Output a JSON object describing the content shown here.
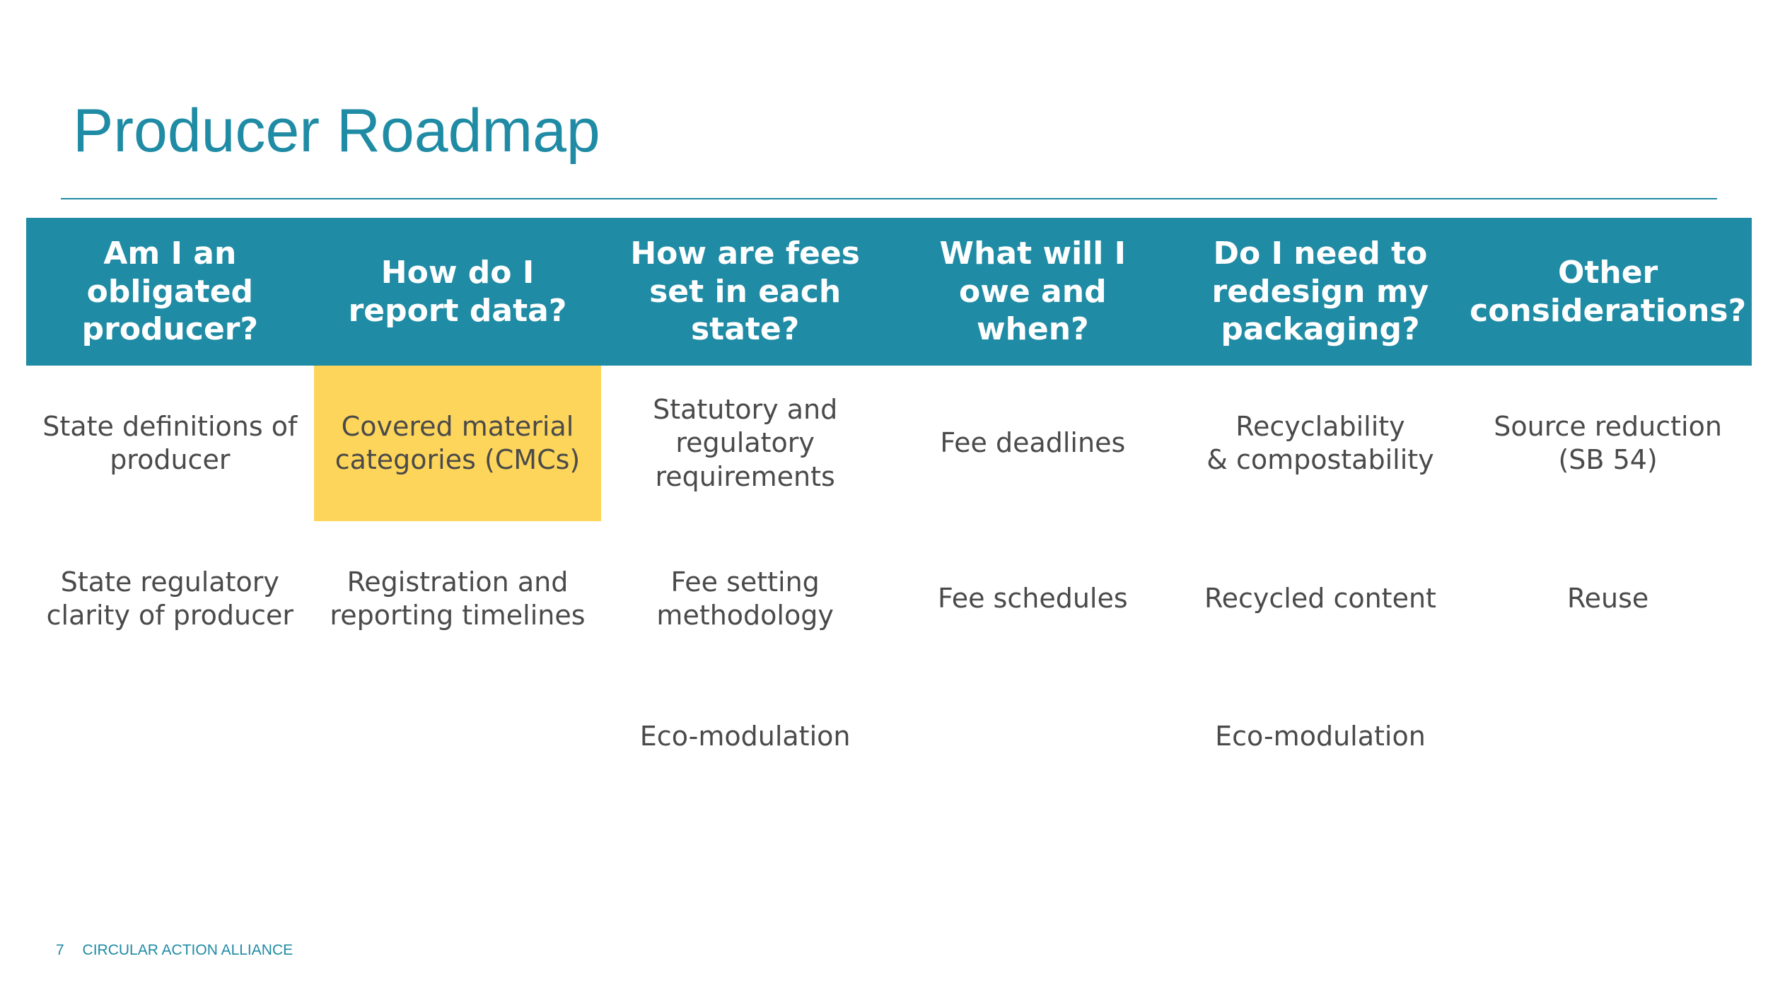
{
  "slide": {
    "title": "Producer Roadmap"
  },
  "table": {
    "headers": [
      "Am I an obligated producer?",
      "How do I report data?",
      "How are fees set in each state?",
      "What will I owe and when?",
      "Do I need to redesign my packaging?",
      "Other considerations?"
    ],
    "rows": [
      [
        "State definitions of producer",
        "Covered material categories (CMCs)",
        "Statutory and regulatory requirements",
        "Fee deadlines",
        "Recyclability\n& compostability",
        "Source reduction (SB 54)"
      ],
      [
        "State regulatory clarity of producer",
        "Registration and reporting timelines",
        "Fee setting methodology",
        "Fee schedules",
        "Recycled content",
        "Reuse"
      ],
      [
        "",
        "",
        "Eco-modulation",
        "",
        "Eco-modulation",
        ""
      ]
    ],
    "highlighted_cell": {
      "row": 0,
      "column": 1,
      "color": "#fdd55a"
    }
  },
  "footer": {
    "page_number": "7",
    "organization": "CIRCULAR ACTION ALLIANCE"
  },
  "colors": {
    "accent": "#1f8ba4",
    "body_text": "#4a4a4a",
    "highlight": "#fdd55a"
  }
}
